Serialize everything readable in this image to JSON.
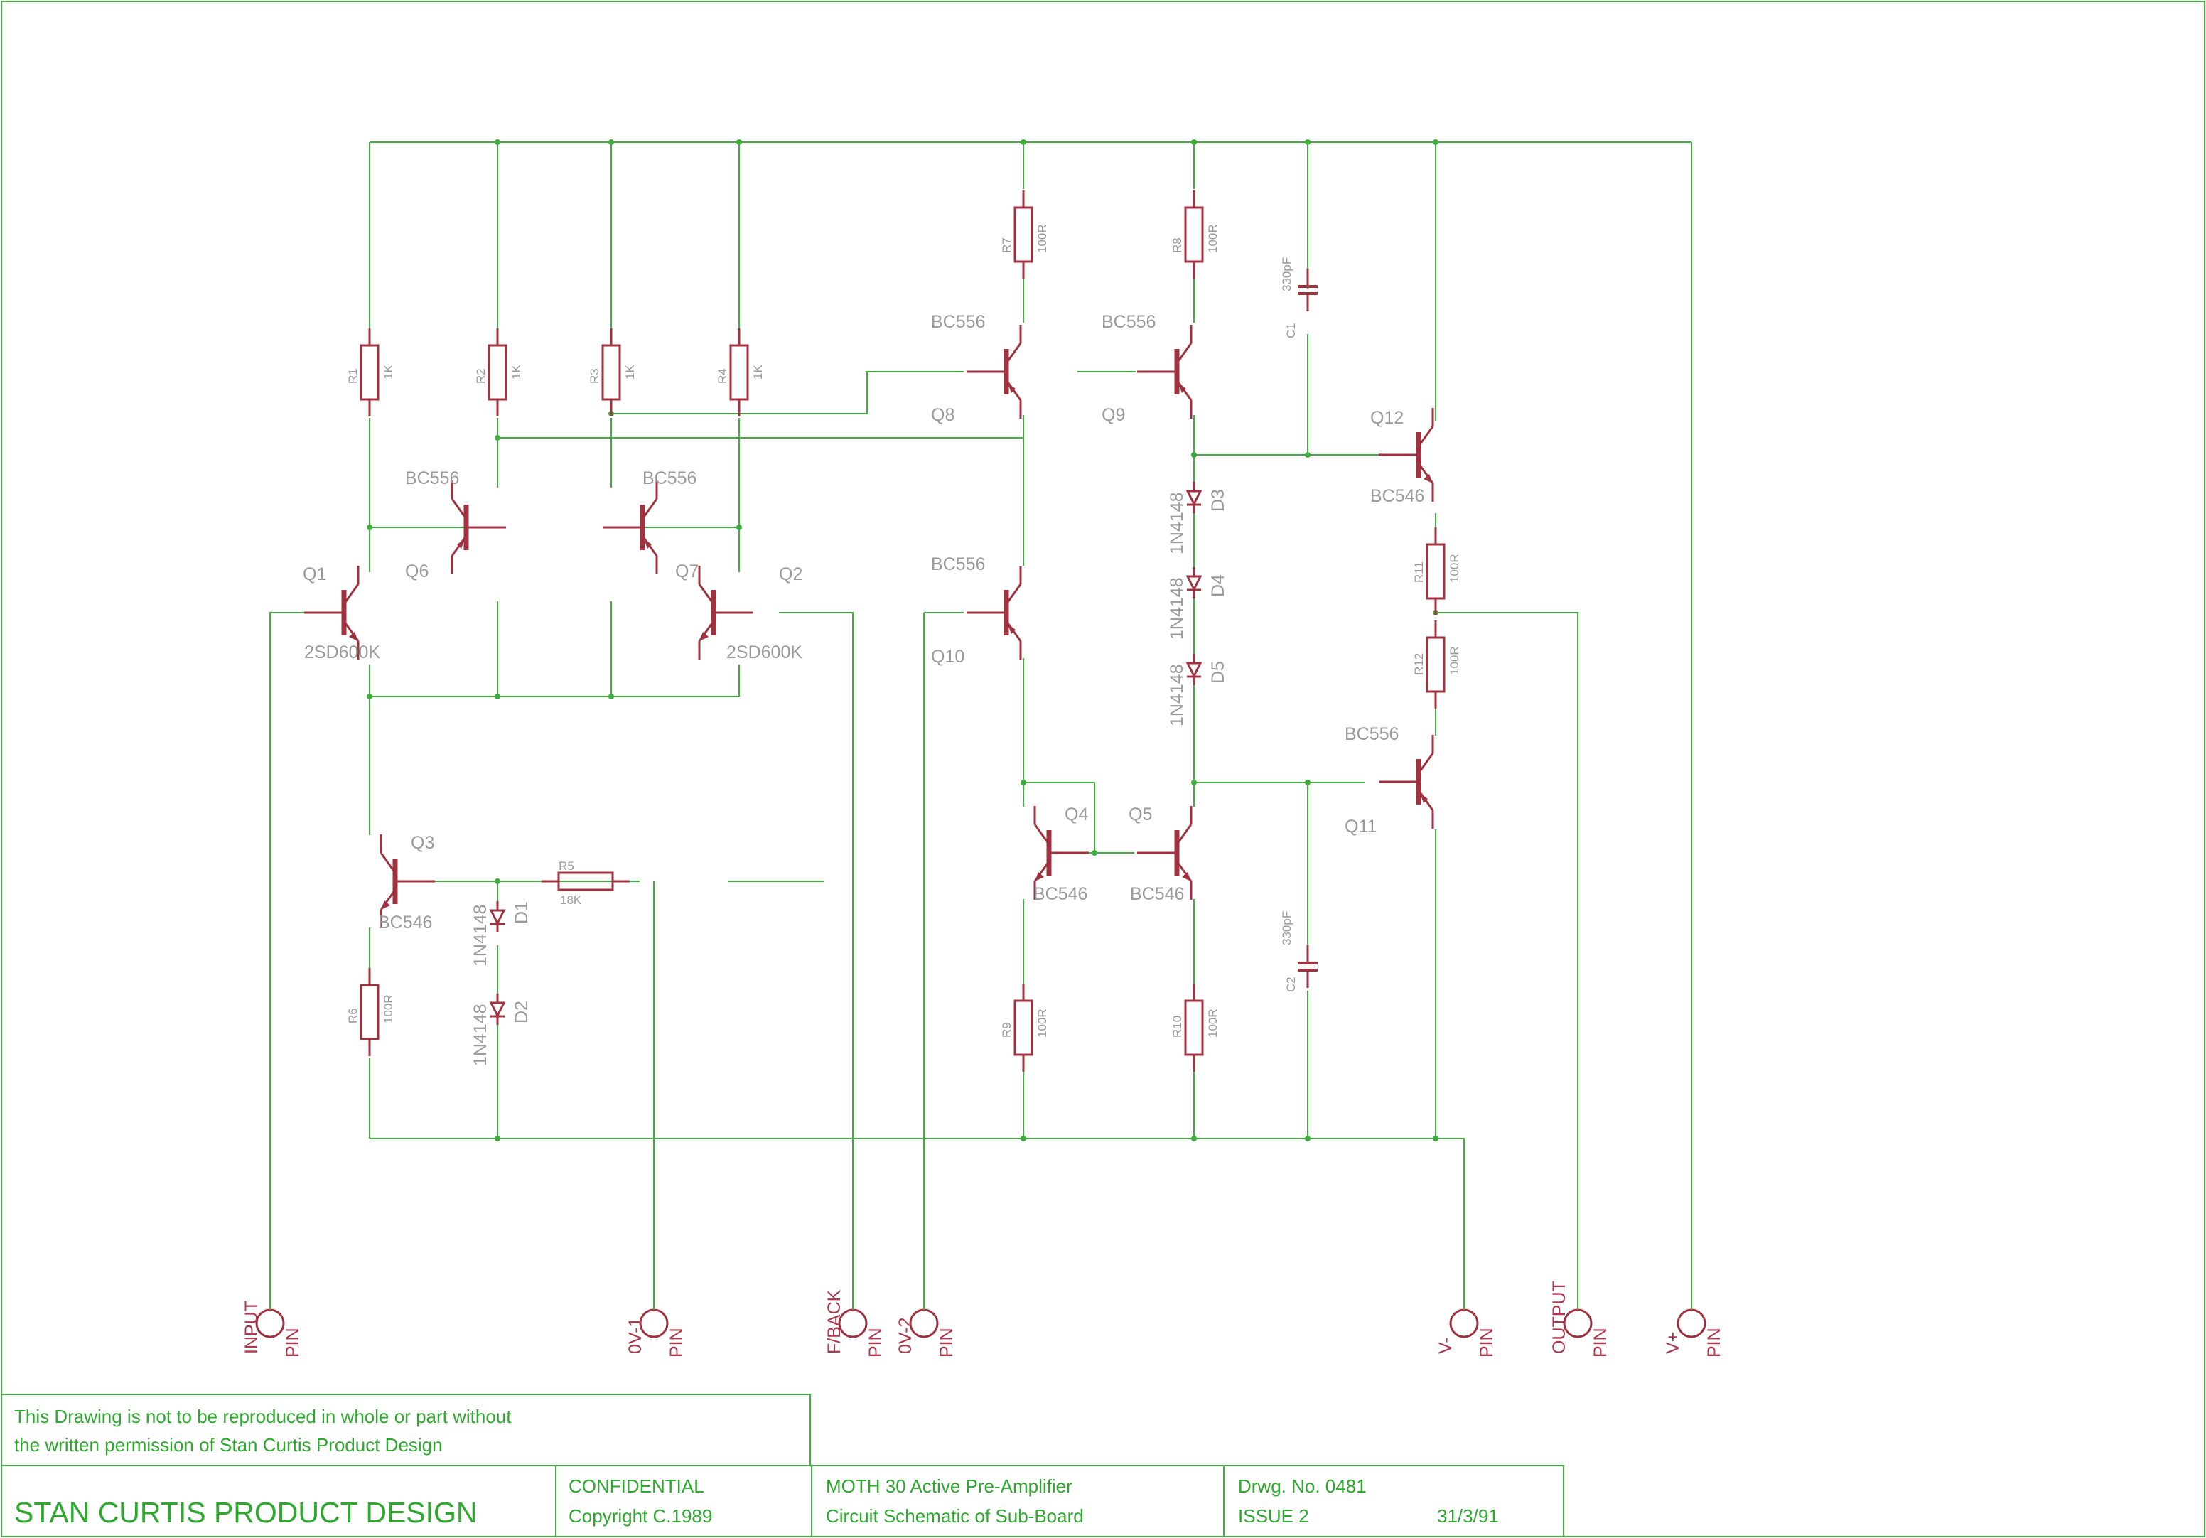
{
  "colors": {
    "wire": "#3fae3f",
    "part": "#a0323f",
    "label": "#9a9a9a",
    "pin_text": "#b0374b",
    "title_text": "#2ea82e",
    "background": "#ffffff"
  },
  "transistors": {
    "q1": {
      "ref": "Q1",
      "type": "2SD600K"
    },
    "q2": {
      "ref": "Q2",
      "type": "2SD600K"
    },
    "q3": {
      "ref": "Q3",
      "type": "BC546"
    },
    "q4": {
      "ref": "Q4",
      "type": "BC546"
    },
    "q5": {
      "ref": "Q5",
      "type": "BC546"
    },
    "q6": {
      "ref": "Q6",
      "type": "BC556"
    },
    "q7": {
      "ref": "Q7",
      "type": "BC556"
    },
    "q8": {
      "ref": "Q8",
      "type": "BC556"
    },
    "q9": {
      "ref": "Q9",
      "type": "BC556"
    },
    "q10": {
      "ref": "Q10",
      "type": "BC556"
    },
    "q11": {
      "ref": "Q11",
      "type": "BC556"
    },
    "q12": {
      "ref": "Q12",
      "type": "BC546"
    }
  },
  "resistors": {
    "r1": {
      "ref": "R1",
      "value": "1K"
    },
    "r2": {
      "ref": "R2",
      "value": "1K"
    },
    "r3": {
      "ref": "R3",
      "value": "1K"
    },
    "r4": {
      "ref": "R4",
      "value": "1K"
    },
    "r5": {
      "ref": "R5",
      "value": "18K"
    },
    "r6": {
      "ref": "R6",
      "value": "100R"
    },
    "r7": {
      "ref": "R7",
      "value": "100R"
    },
    "r8": {
      "ref": "R8",
      "value": "100R"
    },
    "r9": {
      "ref": "R9",
      "value": "100R"
    },
    "r10": {
      "ref": "R10",
      "value": "100R"
    },
    "r11": {
      "ref": "R11",
      "value": "100R"
    },
    "r12": {
      "ref": "R12",
      "value": "100R"
    }
  },
  "capacitors": {
    "c1": {
      "ref": "C1",
      "value": "330pF"
    },
    "c2": {
      "ref": "C2",
      "value": "330pF"
    }
  },
  "diodes": {
    "d1": {
      "ref": "D1",
      "type": "1N4148"
    },
    "d2": {
      "ref": "D2",
      "type": "1N4148"
    },
    "d3": {
      "ref": "D3",
      "type": "1N4148"
    },
    "d4": {
      "ref": "D4",
      "type": "1N4148"
    },
    "d5": {
      "ref": "D5",
      "type": "1N4148"
    }
  },
  "pins": {
    "input": {
      "name": "INPUT",
      "suffix": "PIN"
    },
    "ov1": {
      "name": "0V-1",
      "suffix": "PIN"
    },
    "fback": {
      "name": "F/BACK",
      "suffix": "PIN"
    },
    "ov2": {
      "name": "0V-2",
      "suffix": "PIN"
    },
    "vminus": {
      "name": "V-",
      "suffix": "PIN"
    },
    "output": {
      "name": "OUTPUT",
      "suffix": "PIN"
    },
    "vplus": {
      "name": "V+",
      "suffix": "PIN"
    }
  },
  "title_block": {
    "notice_line1": "This Drawing is not to be reproduced in whole or part without",
    "notice_line2": "the written permission of Stan Curtis Product Design",
    "company": "STAN CURTIS PRODUCT DESIGN",
    "confidential": "CONFIDENTIAL",
    "copyright": "Copyright C.1989",
    "product": "MOTH 30 Active Pre-Amplifier",
    "description": "Circuit Schematic of Sub-Board",
    "drawing_no": "Drwg. No. 0481",
    "issue": "ISSUE 2",
    "date": "31/3/91"
  }
}
